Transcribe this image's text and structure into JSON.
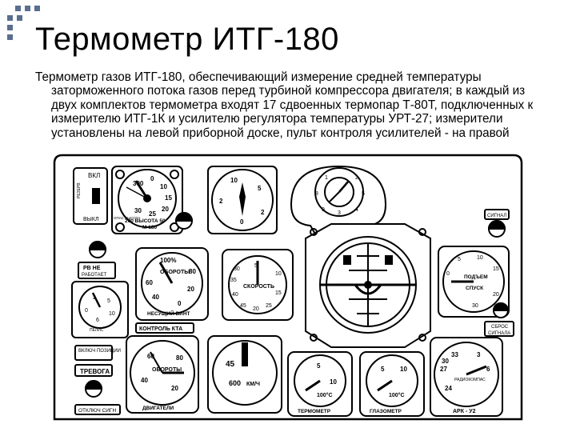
{
  "slide": {
    "title": "Термометр ИТГ-180",
    "body": "Термометр газов ИТГ-180, обеспечивающий измерение средней температуры заторможенного потока газов перед турбиной компрессора двигателя; в каждый из двух комплектов термометра входят 17 сдвоенных термопар Т-80Т, подключенных к измерителю ИТГ-1К и усилителю регулятора температуры УРТ-27; измерители установлены на левой приборной доске, пульт контроля усилителей - на правой боковой панели электропульта"
  },
  "panel": {
    "switch": {
      "on": "ВКЛ",
      "off": "ВЫКЛ",
      "side": "РЕЗЕРВ"
    },
    "rpm_gauge": {
      "ticks": [
        "300",
        "0",
        "10",
        "15",
        "20",
        "25",
        "30"
      ],
      "footer": "200 ВЫСОТА 50",
      "unit": "М 180",
      "left_label": "ОПАС ВЫСОТА"
    },
    "attitude_gauge": {
      "ticks": [
        "10",
        "5",
        "2",
        "0",
        "2"
      ]
    },
    "clock_gauge": {
      "ticks": [
        "1",
        "2",
        "5",
        "8",
        "9",
        "4",
        "3"
      ]
    },
    "ra_no_work": {
      "line1": "РВ НЕ",
      "line2": "РАБОТАЕТ"
    },
    "turnover_gauge": {
      "top": "100%",
      "label": "ОБОРОТЫ",
      "ticks": [
        "60",
        "80",
        "40",
        "20",
        "0"
      ],
      "footer": "НЕСУЩИЙ ВИНТ"
    },
    "speed_gauge": {
      "label": "СКОРОСТЬ",
      "ticks": [
        "5",
        "30",
        "35",
        "40",
        "45",
        "20",
        "25",
        "10",
        "15"
      ]
    },
    "vsi_gauge": {
      "label": "СПУСК",
      "top": "ПОДЪЕМ",
      "ticks": [
        "0",
        "5",
        "10",
        "15",
        "20",
        "30"
      ]
    },
    "signal_button": "СИГНАЛ",
    "kta_label": "КОНТРОЛЬ КТА",
    "left_small_gauge": {
      "ticks": [
        "2",
        "5",
        "0",
        "6",
        "10"
      ],
      "label": "ПЕЛИС"
    },
    "warn_low": "ВКЛЮЧ ПОЗИЦИИ",
    "alarm_label": "ТРЕВОГА",
    "engine_turns": {
      "ticks": [
        "60",
        "80",
        "40",
        "20"
      ],
      "label": "ОБОРОТЫ",
      "footer": "ДВИГАТЕЛИ"
    },
    "torque_gauge": {
      "ticks": [
        "45",
        "600"
      ],
      "label": "КМ/Ч"
    },
    "temp_left": {
      "ticks": [
        "5",
        "10",
        "100°C"
      ],
      "footer": "ТЕРМОМЕТР"
    },
    "temp_right": {
      "ticks": [
        "10",
        "5",
        "100°C"
      ],
      "footer": "ГЛАЗОМЕТР"
    },
    "arc_gauge": {
      "ticks": [
        "33",
        "3",
        "6",
        "27",
        "30",
        "24"
      ],
      "label": "РАДИОКОМПАС",
      "footer": "АРК - У2"
    },
    "reset_button": {
      "line1": "СБРОС",
      "line2": "СИГНАЛА"
    },
    "bottom_label": "ОТКЛЮЧ СИГН"
  }
}
